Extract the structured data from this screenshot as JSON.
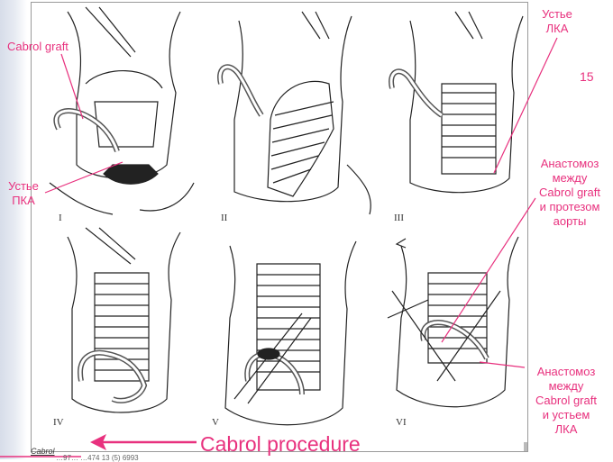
{
  "slide": {
    "page_number": "15",
    "title": "Cabrol procedure",
    "citation": "Cabrol",
    "citation_detail": "…97… …474 13 (5) 6993"
  },
  "labels": {
    "cabrol_graft": "Cabrol graft",
    "ostium_rca_line1": "Устье",
    "ostium_rca_line2": "ПКА",
    "ostium_lca_line1": "Устье",
    "ostium_lca_line2": "ЛКА",
    "anastomosis_aorta": [
      "Анастомоз",
      "между",
      "Cabrol graft",
      "и протезом",
      "аорты"
    ],
    "anastomosis_lca": [
      "Анастомоз",
      "между",
      "Cabrol graft",
      "и устьем",
      "ЛКА"
    ]
  },
  "panels": [
    "I",
    "II",
    "III",
    "IV",
    "V",
    "VI"
  ],
  "colors": {
    "accent": "#e8317e",
    "line_art": "#222222"
  }
}
